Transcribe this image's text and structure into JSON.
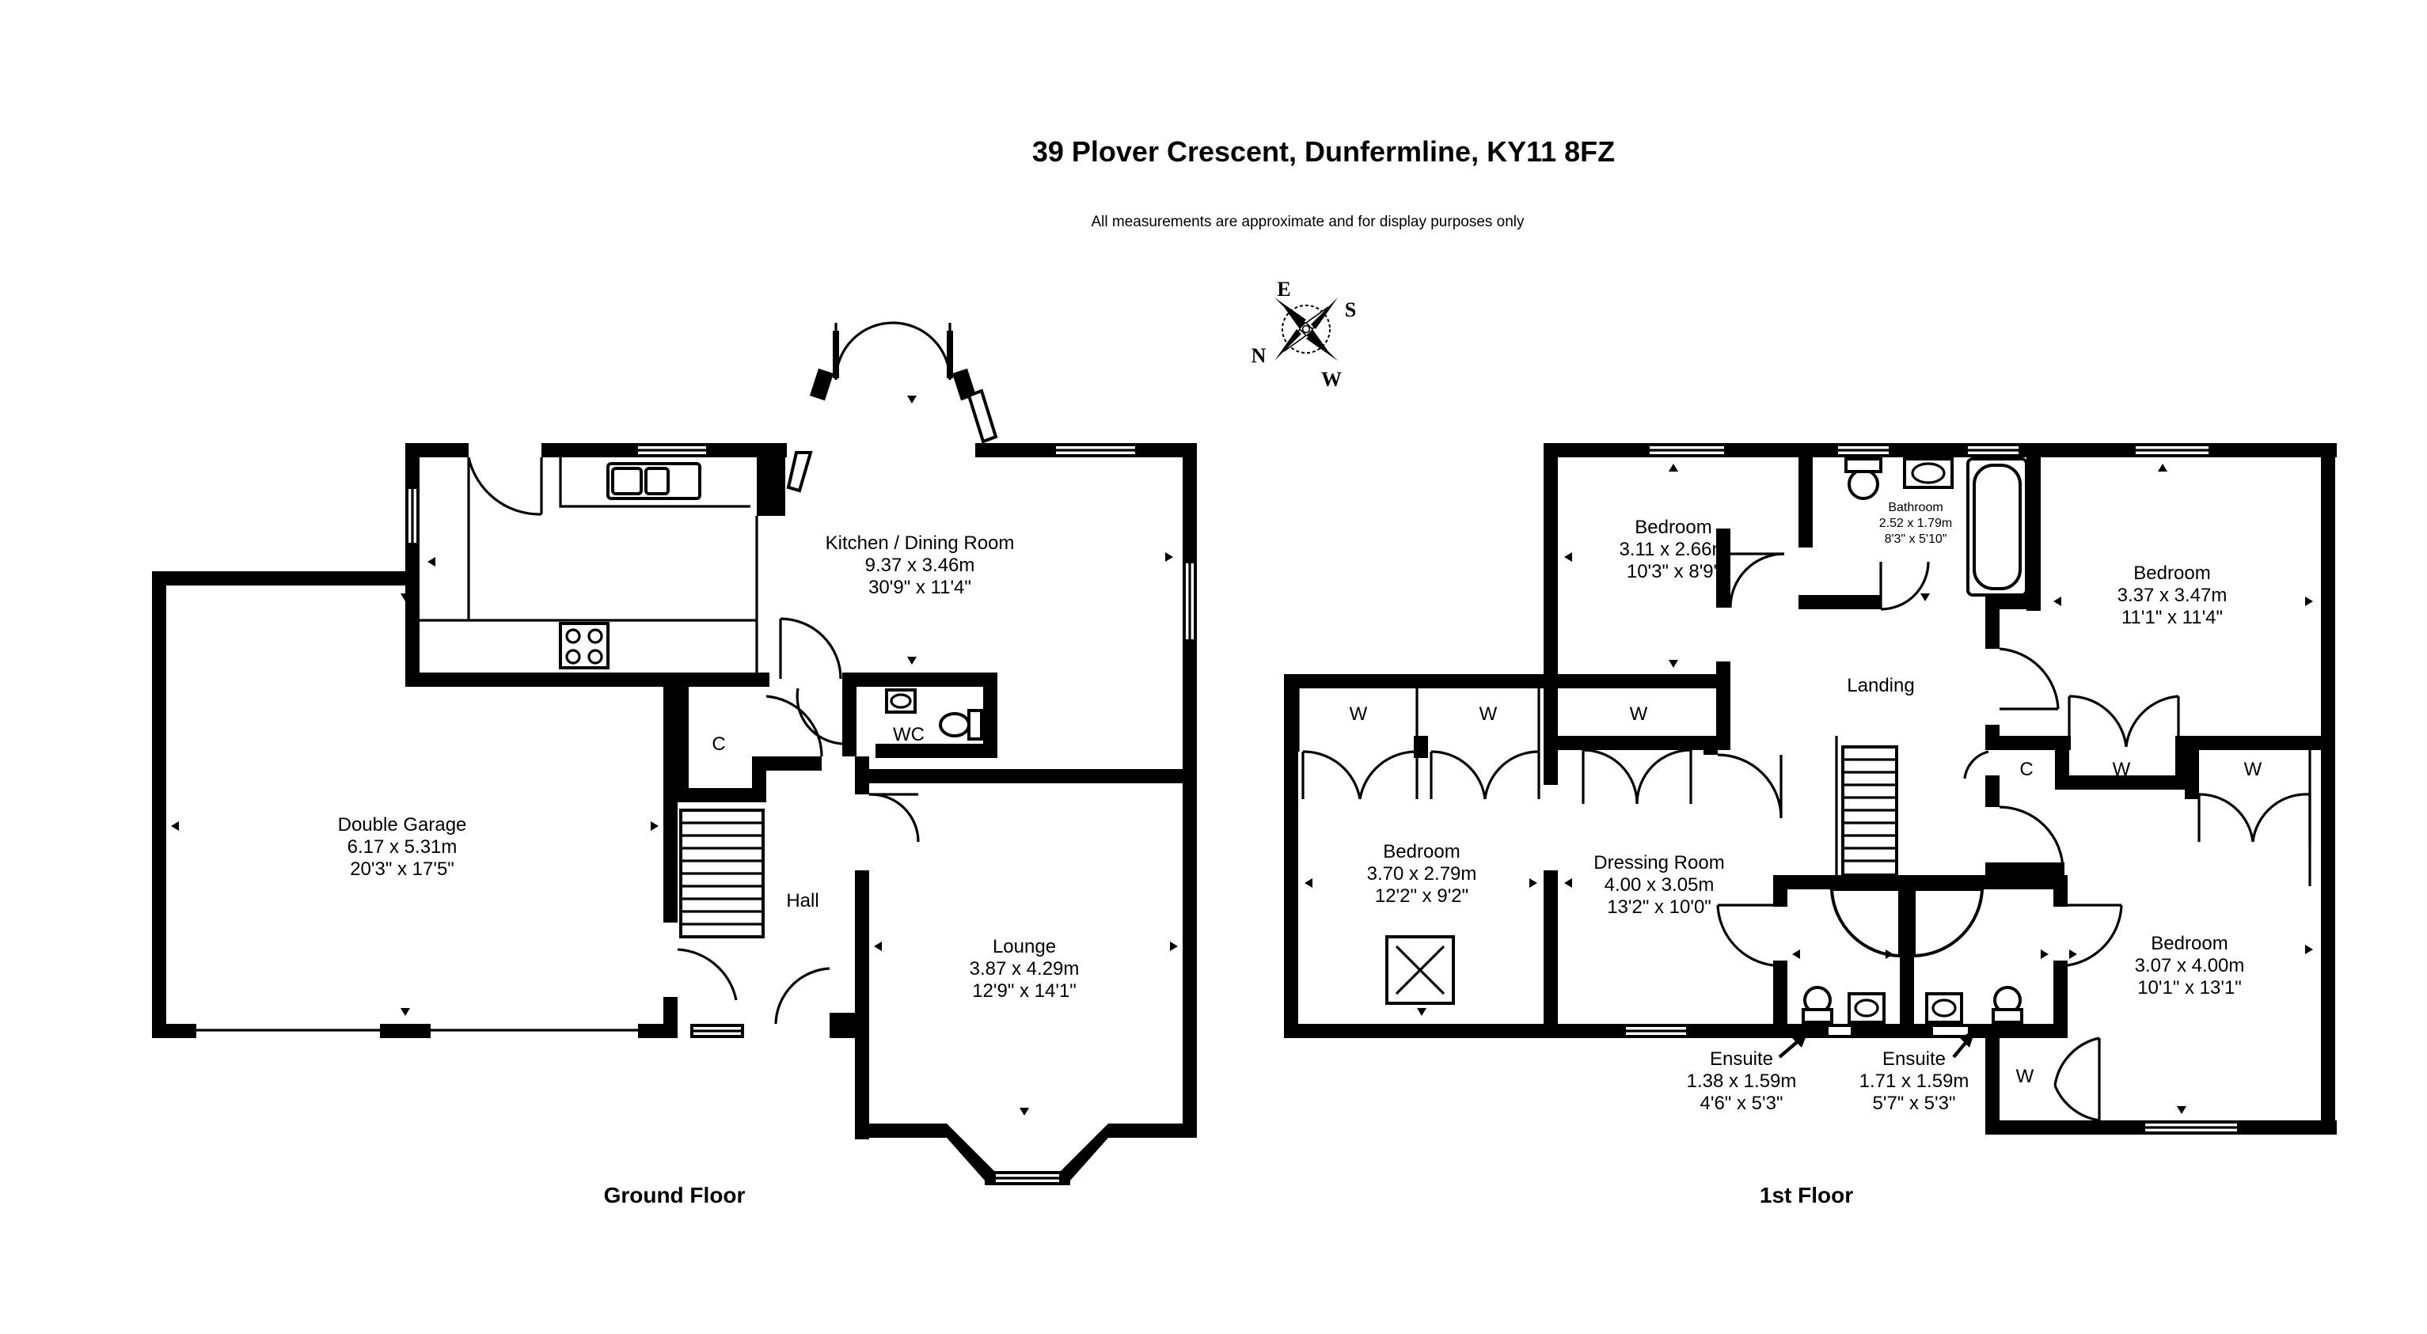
{
  "header": {
    "title": "39 Plover Crescent, Dunfermline, KY11 8FZ",
    "disclaimer": "All measurements are approximate and for display purposes only"
  },
  "compass": {
    "e": "E",
    "s": "S",
    "n": "N",
    "w": "W"
  },
  "ground_floor": {
    "label": "Ground Floor",
    "rooms": {
      "kitchen": {
        "name": "Kitchen / Dining Room",
        "metric": "9.37 x 3.46m",
        "imperial": "30'9\" x 11'4\""
      },
      "garage": {
        "name": "Double Garage",
        "metric": "6.17 x 5.31m",
        "imperial": "20'3\" x 17'5\""
      },
      "lounge": {
        "name": "Lounge",
        "metric": "3.87 x 4.29m",
        "imperial": "12'9\" x 14'1\""
      },
      "hall": {
        "name": "Hall"
      },
      "wc": {
        "name": "WC"
      },
      "cupboard": {
        "name": "C"
      }
    }
  },
  "first_floor": {
    "label": "1st Floor",
    "rooms": {
      "bedroom_top_left": {
        "name": "Bedroom",
        "metric": "3.11 x 2.66m",
        "imperial": "10'3\" x 8'9\""
      },
      "bathroom": {
        "name": "Bathroom",
        "metric": "2.52 x 1.79m",
        "imperial": "8'3\" x 5'10\""
      },
      "bedroom_top_right": {
        "name": "Bedroom",
        "metric": "3.37 x 3.47m",
        "imperial": "11'1\" x 11'4\""
      },
      "landing": {
        "name": "Landing"
      },
      "bedroom_left": {
        "name": "Bedroom",
        "metric": "3.70 x 2.79m",
        "imperial": "12'2\" x 9'2\""
      },
      "dressing": {
        "name": "Dressing Room",
        "metric": "4.00 x 3.05m",
        "imperial": "13'2\" x 10'0\""
      },
      "bedroom_right": {
        "name": "Bedroom",
        "metric": "3.07 x 4.00m",
        "imperial": "10'1\" x 13'1\""
      },
      "ensuite_1": {
        "name": "Ensuite",
        "metric": "1.38 x 1.59m",
        "imperial": "4'6\" x 5'3\""
      },
      "ensuite_2": {
        "name": "Ensuite",
        "metric": "1.71 x 1.59m",
        "imperial": "5'7\" x 5'3\""
      },
      "wardrobe_label": "W",
      "cupboard_label": "C"
    }
  }
}
